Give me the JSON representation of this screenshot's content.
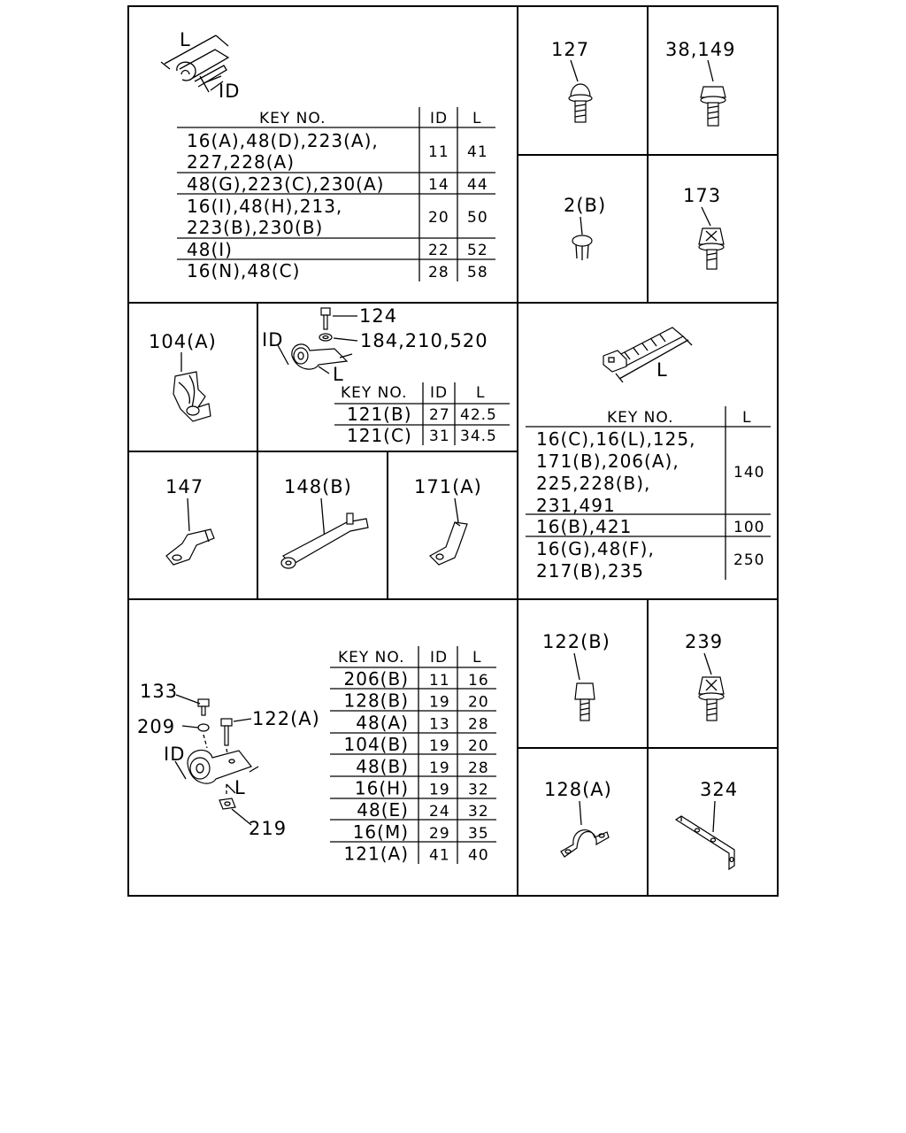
{
  "panel_a": {
    "dims": {
      "l": "L",
      "id": "ID"
    },
    "headers": [
      "KEY NO.",
      "ID",
      "L"
    ],
    "rows": [
      {
        "key": [
          "16(A),48(D),223(A),",
          "227,228(A)"
        ],
        "id": "11",
        "l": "41"
      },
      {
        "key": [
          "48(G),223(C),230(A)"
        ],
        "id": "14",
        "l": "44"
      },
      {
        "key": [
          "16(I),48(H),213,",
          "223(B),230(B)"
        ],
        "id": "20",
        "l": "50"
      },
      {
        "key": [
          "48(I)"
        ],
        "id": "22",
        "l": "52"
      },
      {
        "key": [
          "16(N),48(C)"
        ],
        "id": "28",
        "l": "58"
      }
    ]
  },
  "parts": {
    "p127": "127",
    "p38_149": "38,149",
    "p2b": "2(B)",
    "p173": "173",
    "p104a": "104(A)",
    "p147": "147",
    "p148b": "148(B)",
    "p171a": "171(A)",
    "p122b": "122(B)",
    "p239": "239",
    "p128a": "128(A)",
    "p324": "324"
  },
  "panel_b": {
    "callouts": [
      "124",
      "184,210,520"
    ],
    "dims": {
      "l": "L",
      "id": "ID"
    },
    "headers": [
      "KEY NO.",
      "ID",
      "L"
    ],
    "rows": [
      {
        "key": "121(B)",
        "id": "27",
        "l": "42.5"
      },
      {
        "key": "121(C)",
        "id": "31",
        "l": "34.5"
      }
    ]
  },
  "panel_c": {
    "dims": {
      "l": "L"
    },
    "headers": [
      "KEY NO.",
      "L"
    ],
    "rows": [
      {
        "key": [
          "16(C),16(L),125,",
          "171(B),206(A),",
          "225,228(B),",
          "231,491"
        ],
        "l": "140"
      },
      {
        "key": [
          "16(B),421"
        ],
        "l": "100"
      },
      {
        "key": [
          "16(G),48(F),",
          "217(B),235"
        ],
        "l": "250"
      }
    ]
  },
  "panel_d": {
    "callouts": [
      "133",
      "209",
      "122(A)",
      "219"
    ],
    "dims": {
      "l": "L",
      "id": "ID"
    },
    "headers": [
      "KEY NO.",
      "ID",
      "L"
    ],
    "rows": [
      {
        "key": "206(B)",
        "id": "11",
        "l": "16"
      },
      {
        "key": "128(B)",
        "id": "19",
        "l": "20"
      },
      {
        "key": "48(A)",
        "id": "13",
        "l": "28"
      },
      {
        "key": "104(B)",
        "id": "19",
        "l": "20"
      },
      {
        "key": "48(B)",
        "id": "19",
        "l": "28"
      },
      {
        "key": "16(H)",
        "id": "19",
        "l": "32"
      },
      {
        "key": "48(E)",
        "id": "24",
        "l": "32"
      },
      {
        "key": "16(M)",
        "id": "29",
        "l": "35"
      },
      {
        "key": "121(A)",
        "id": "41",
        "l": "40"
      }
    ]
  }
}
